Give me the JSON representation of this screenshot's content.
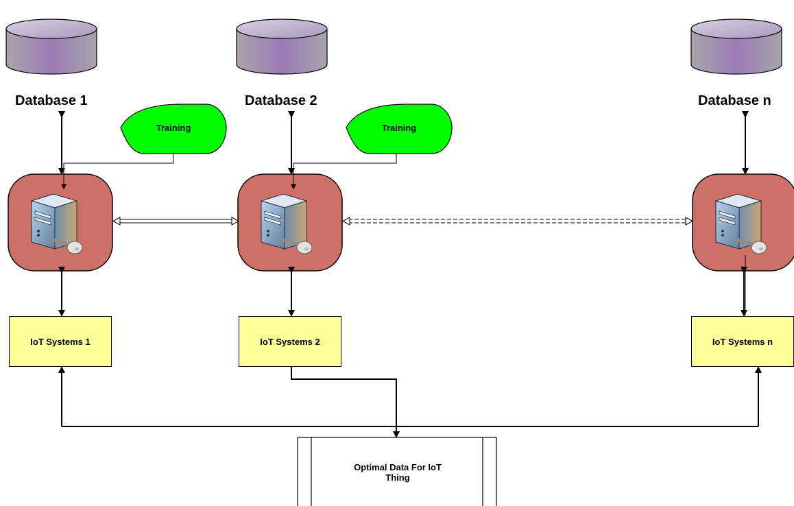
{
  "databases": [
    {
      "label": "Database 1"
    },
    {
      "label": "Database 2"
    },
    {
      "label": "Database n"
    }
  ],
  "training_nodes": [
    {
      "label": "Training"
    },
    {
      "label": "Training"
    }
  ],
  "server_nodes": [
    {
      "icon": "server-key-icon"
    },
    {
      "icon": "server-key-icon"
    },
    {
      "icon": "server-key-icon"
    }
  ],
  "iot_systems": [
    {
      "label": "IoT Systems 1"
    },
    {
      "label": "IoT Systems 2"
    },
    {
      "label": "IoT Systems n"
    }
  ],
  "optimal": {
    "line1": "Optimal Data For IoT",
    "line2": "Thing"
  },
  "colors": {
    "database_fill": "#9b8ab5",
    "server_panel": "#cd7168",
    "training_fill": "#00ff00",
    "iot_fill": "#ffff99"
  }
}
